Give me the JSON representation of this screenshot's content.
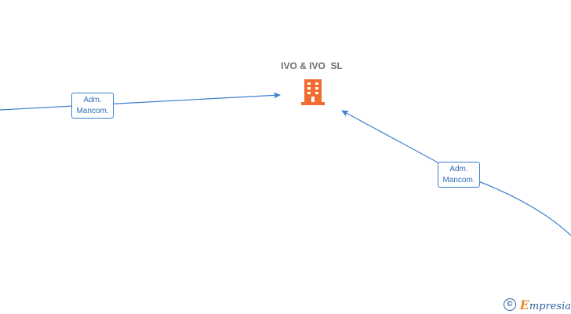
{
  "company": {
    "name": "IVO & IVO  SL",
    "icon": "building-icon",
    "icon_color": "#f26b2f"
  },
  "edges": [
    {
      "id": "left",
      "label_line1": "Adm.",
      "label_line2": "Mancom."
    },
    {
      "id": "right",
      "label_line1": "Adm.",
      "label_line2": "Mancom."
    }
  ],
  "colors": {
    "edge": "#3b7fd0",
    "label_text": "#2f6db5",
    "title": "#6d6d6d",
    "brand_blue": "#2f5f9e",
    "brand_orange": "#e8892f"
  },
  "watermark": {
    "symbol": "©",
    "brand_initial": "E",
    "brand_rest": "mpresia"
  }
}
